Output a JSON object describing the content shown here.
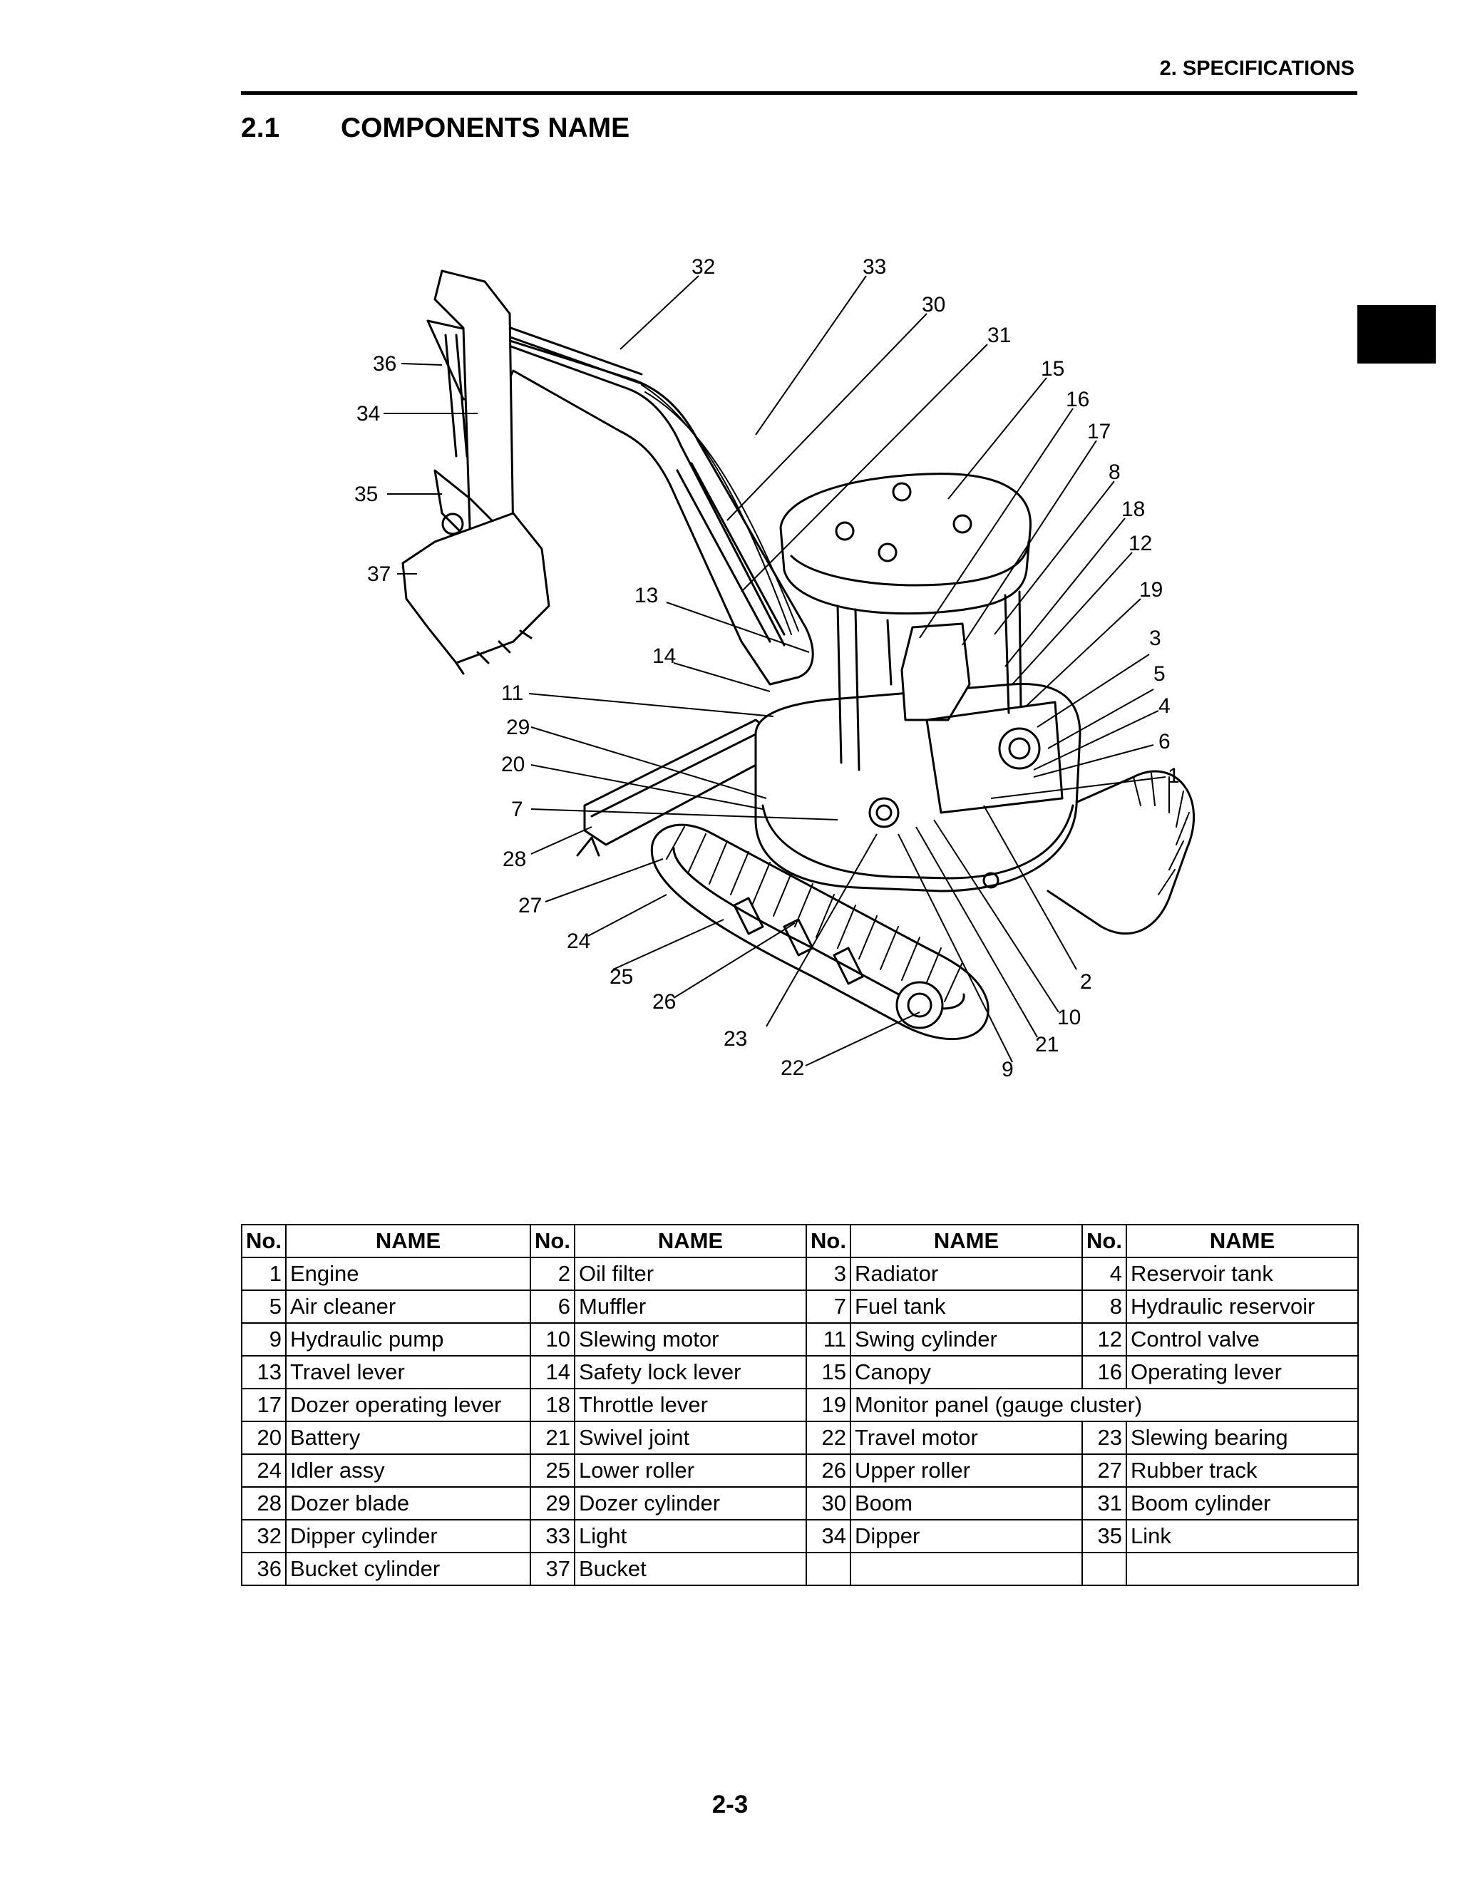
{
  "header": {
    "section": "2. SPECIFICATIONS"
  },
  "title": {
    "number": "2.1",
    "text": "COMPONENTS NAME"
  },
  "diagram": {
    "callouts": [
      "32",
      "33",
      "30",
      "31",
      "15",
      "16",
      "17",
      "8",
      "18",
      "12",
      "19",
      "3",
      "5",
      "4",
      "6",
      "1",
      "36",
      "34",
      "35",
      "37",
      "13",
      "14",
      "11",
      "29",
      "20",
      "7",
      "28",
      "27",
      "24",
      "25",
      "26",
      "23",
      "22",
      "9",
      "21",
      "10",
      "2"
    ]
  },
  "table": {
    "headers": [
      "No.",
      "NAME",
      "No.",
      "NAME",
      "No.",
      "NAME",
      "No.",
      "NAME"
    ],
    "rows": [
      [
        [
          "1",
          "Engine"
        ],
        [
          "2",
          "Oil filter"
        ],
        [
          "3",
          "Radiator"
        ],
        [
          "4",
          "Reservoir tank"
        ]
      ],
      [
        [
          "5",
          "Air cleaner"
        ],
        [
          "6",
          "Muffler"
        ],
        [
          "7",
          "Fuel tank"
        ],
        [
          "8",
          "Hydraulic reservoir"
        ]
      ],
      [
        [
          "9",
          "Hydraulic pump"
        ],
        [
          "10",
          "Slewing motor"
        ],
        [
          "11",
          "Swing cylinder"
        ],
        [
          "12",
          "Control valve"
        ]
      ],
      [
        [
          "13",
          "Travel lever"
        ],
        [
          "14",
          "Safety lock lever"
        ],
        [
          "15",
          "Canopy"
        ],
        [
          "16",
          "Operating lever"
        ]
      ],
      [
        [
          "17",
          "Dozer operating lever"
        ],
        [
          "18",
          "Throttle lever"
        ],
        [
          "19",
          "Monitor panel (gauge cluster)"
        ]
      ],
      [
        [
          "20",
          "Battery"
        ],
        [
          "21",
          "Swivel joint"
        ],
        [
          "22",
          "Travel motor"
        ],
        [
          "23",
          "Slewing bearing"
        ]
      ],
      [
        [
          "24",
          "Idler assy"
        ],
        [
          "25",
          "Lower roller"
        ],
        [
          "26",
          "Upper roller"
        ],
        [
          "27",
          "Rubber track"
        ]
      ],
      [
        [
          "28",
          "Dozer blade"
        ],
        [
          "29",
          "Dozer cylinder"
        ],
        [
          "30",
          "Boom"
        ],
        [
          "31",
          "Boom cylinder"
        ]
      ],
      [
        [
          "32",
          "Dipper cylinder"
        ],
        [
          "33",
          "Light"
        ],
        [
          "34",
          "Dipper"
        ],
        [
          "35",
          "Link"
        ]
      ],
      [
        [
          "36",
          "Bucket cylinder"
        ],
        [
          "37",
          "Bucket"
        ],
        [
          "",
          ""
        ],
        [
          "",
          ""
        ]
      ]
    ]
  },
  "footer": {
    "page": "2-3"
  }
}
